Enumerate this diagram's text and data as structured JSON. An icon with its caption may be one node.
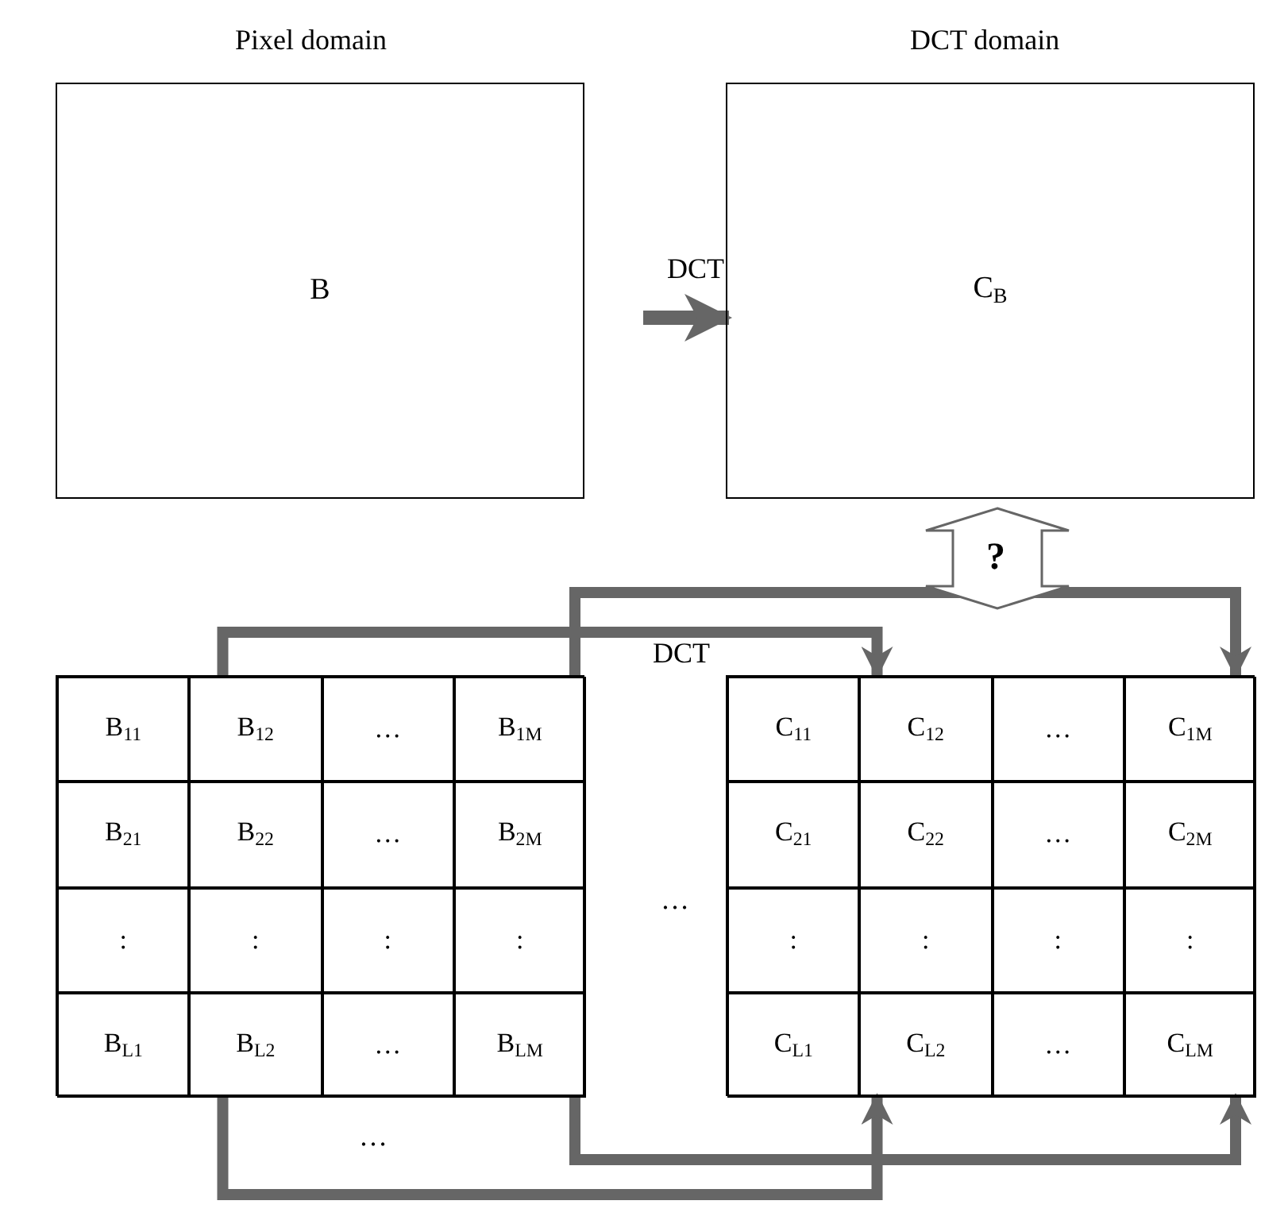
{
  "diagram": {
    "nodes": [
      {
        "text": [
          "B"
        ]
      },
      {
        "text": [
          "C$_{B}$"
        ]
      },
      {
        "text": [],
        "shape": "box"
      },
      {
        "text": [
          "B$_{11}$"
        ],
        "in": 2
      },
      {
        "text": [
          "B$_{12}$"
        ],
        "in": 2
      },
      {
        "text": [
          "…"
        ],
        "in": 2
      },
      {
        "text": [
          "B$_{1M}$"
        ],
        "in": 2
      },
      {
        "text": [
          "B$_{21}$"
        ],
        "in": 2
      },
      {
        "text": [
          "B$_{22}$"
        ],
        "in": 2
      },
      {
        "text": [
          "…"
        ],
        "in": 2
      },
      {
        "text": [
          "B$_{2M}$"
        ],
        "in": 2
      },
      {
        "text": [
          ":"
        ],
        "in": 2
      },
      {
        "text": [
          ":"
        ],
        "in": 2
      },
      {
        "text": [
          ":"
        ],
        "in": 2
      },
      {
        "text": [
          ":"
        ],
        "in": 2
      },
      {
        "text": [
          "B$_{L1}$"
        ],
        "in": 2
      },
      {
        "text": [
          "B$_{L2}$"
        ],
        "in": 2
      },
      {
        "text": [
          "…"
        ],
        "in": 2
      },
      {
        "text": [
          "B$_{LM}$"
        ],
        "in": 2
      },
      {
        "text": [],
        "shape": "box"
      },
      {
        "text": [
          "C$_{11}$"
        ],
        "in": 19
      },
      {
        "text": [
          "C$_{12}$"
        ],
        "in": 19
      },
      {
        "text": [
          "…"
        ],
        "in": 19
      },
      {
        "text": [
          "C$_{1M}$"
        ],
        "in": 19
      },
      {
        "text": [
          "C$_{21}$"
        ],
        "in": 19
      },
      {
        "text": [
          "C$_{22}$"
        ],
        "in": 19
      },
      {
        "text": [
          "…"
        ],
        "in": 19
      },
      {
        "text": [
          "C$_{2M}$"
        ],
        "in": 19
      },
      {
        "text": [
          ":"
        ],
        "in": 19
      },
      {
        "text": [
          ":"
        ],
        "in": 19
      },
      {
        "text": [
          ":"
        ],
        "in": 19
      },
      {
        "text": [
          ":"
        ],
        "in": 19
      },
      {
        "text": [
          "C$_{L1}$"
        ],
        "in": 19
      },
      {
        "text": [
          "C$_{L2}$"
        ],
        "in": 19
      },
      {
        "text": [
          "…"
        ],
        "in": 19
      },
      {
        "text": [
          "C$_{LM}$"
        ],
        "in": 19
      }
    ],
    "edges": [
      {
        "from": 0,
        "to": 1,
        "arrow": "to",
        "label": "DCT"
      },
      {
        "from": 1,
        "to": 19,
        "arrow": "both",
        "label": "?"
      },
      {
        "from": 4,
        "to": 21,
        "arrow": "to",
        "label": "DCT"
      },
      {
        "from": 6,
        "to": 23,
        "arrow": "to"
      },
      {
        "from": 16,
        "to": 33,
        "arrow": "to"
      },
      {
        "from": 18,
        "to": 35,
        "arrow": "to"
      }
    ],
    "labels": [
      "Pixel domain",
      "DCT domain",
      "…",
      "…"
    ]
  }
}
